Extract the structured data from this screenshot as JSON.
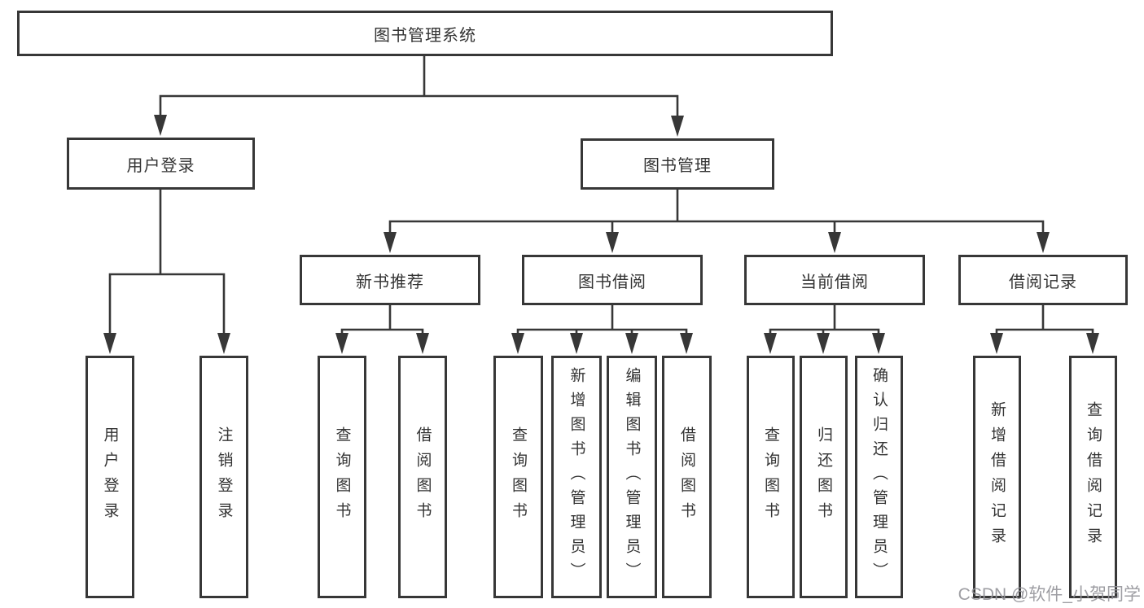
{
  "diagram": {
    "root": {
      "label": "图书管理系统"
    },
    "branches": [
      {
        "label": "用户登录",
        "children": [
          {
            "label": "用户登录"
          },
          {
            "label": "注销登录"
          }
        ]
      },
      {
        "label": "图书管理",
        "children": [
          {
            "label": "新书推荐",
            "children": [
              {
                "label": "查询图书"
              },
              {
                "label": "借阅图书"
              }
            ]
          },
          {
            "label": "图书借阅",
            "children": [
              {
                "label": "查询图书"
              },
              {
                "label": "新增图书（管理员）"
              },
              {
                "label": "编辑图书（管理员）"
              },
              {
                "label": "借阅图书"
              }
            ]
          },
          {
            "label": "当前借阅",
            "children": [
              {
                "label": "查询图书"
              },
              {
                "label": "归还图书"
              },
              {
                "label": "确认归还（管理员）"
              }
            ]
          },
          {
            "label": "借阅记录",
            "children": [
              {
                "label": "新增借阅记录"
              },
              {
                "label": "查询借阅记录"
              }
            ]
          }
        ]
      }
    ]
  },
  "watermark": {
    "text": "CSDN @软件_小贺同学"
  },
  "colors": {
    "line": "#373737",
    "text": "#333333",
    "background": "#ffffff",
    "watermark": "#949499"
  }
}
